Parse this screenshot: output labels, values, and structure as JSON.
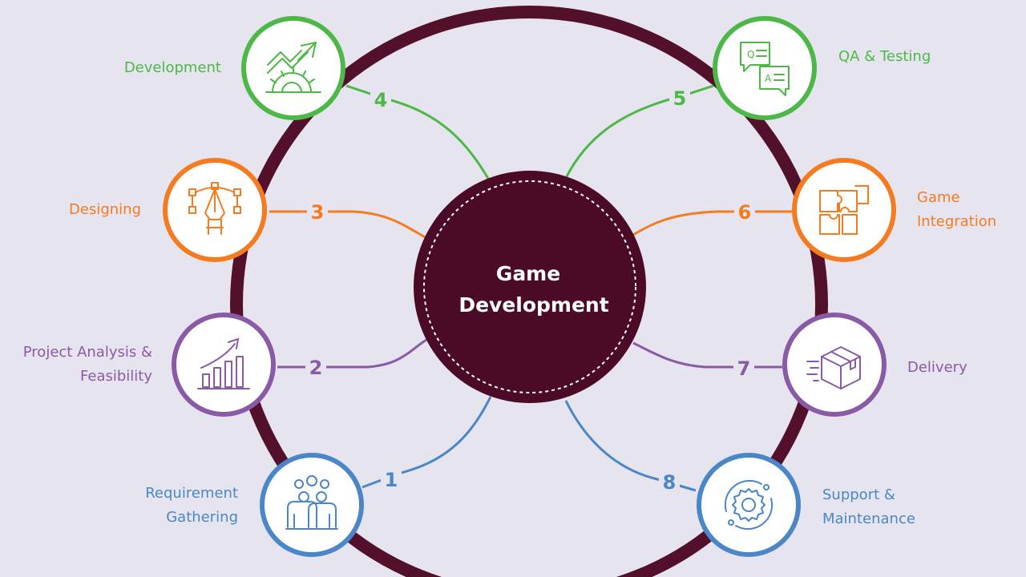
{
  "title": {
    "line1": "Game",
    "line2": "Development"
  },
  "colors": {
    "background": "#e6e5ef",
    "ring": "#52102a",
    "center_fill": "#4b0a26",
    "green": "#4db848",
    "orange": "#f47b20",
    "purple": "#8b5aa6",
    "blue": "#4a86c8"
  },
  "steps": [
    {
      "number": "1",
      "label": [
        "Requirement",
        "Gathering"
      ],
      "icon": "team-icon",
      "color": "blue"
    },
    {
      "number": "2",
      "label": [
        "Project Analysis &",
        "Feasibility"
      ],
      "icon": "growth-chart-icon",
      "color": "purple"
    },
    {
      "number": "3",
      "label": [
        "Designing"
      ],
      "icon": "pen-tool-icon",
      "color": "orange"
    },
    {
      "number": "4",
      "label": [
        "Development"
      ],
      "icon": "gear-growth-icon",
      "color": "green"
    },
    {
      "number": "5",
      "label": [
        "QA & Testing"
      ],
      "icon": "qa-chat-icon",
      "color": "green"
    },
    {
      "number": "6",
      "label": [
        "Game",
        "Integration"
      ],
      "icon": "puzzle-icon",
      "color": "orange"
    },
    {
      "number": "7",
      "label": [
        "Delivery"
      ],
      "icon": "package-icon",
      "color": "purple"
    },
    {
      "number": "8",
      "label": [
        "Support &",
        "Maintenance"
      ],
      "icon": "gear-cycle-icon",
      "color": "blue"
    }
  ]
}
